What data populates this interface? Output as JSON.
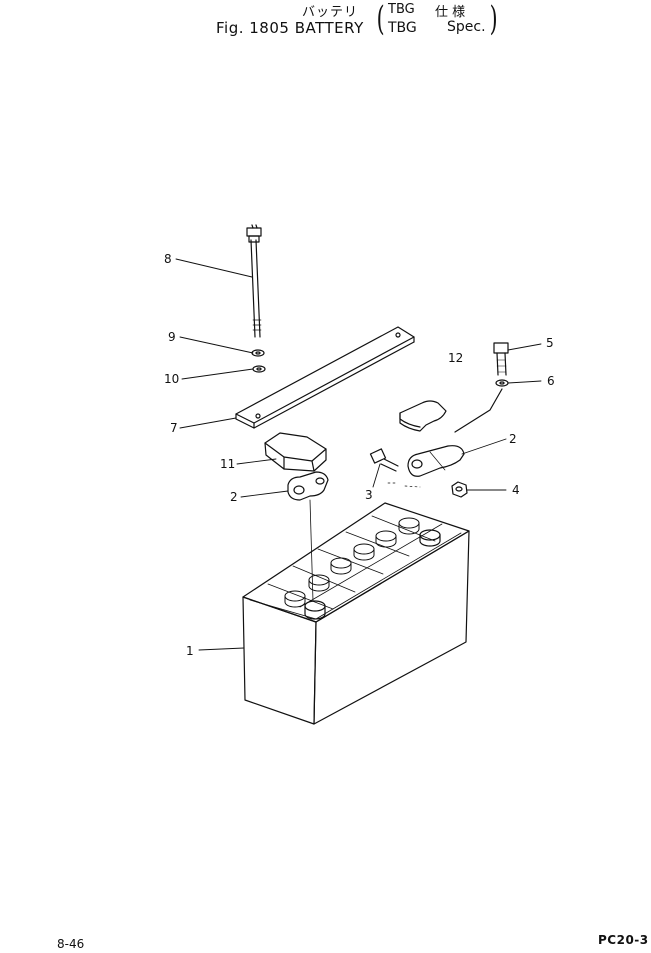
{
  "header": {
    "title_jp": "バッテリ",
    "figure_title": "Fig. 1805 BATTERY",
    "spec_jp_code": "TBG",
    "spec_jp_suffix": "仕 様",
    "spec_en_code": "TBG",
    "spec_en_suffix": "Spec."
  },
  "callouts": [
    {
      "id": "1",
      "text": "1"
    },
    {
      "id": "2a",
      "text": "2"
    },
    {
      "id": "2b",
      "text": "2"
    },
    {
      "id": "3",
      "text": "3"
    },
    {
      "id": "4",
      "text": "4"
    },
    {
      "id": "5",
      "text": "5"
    },
    {
      "id": "6",
      "text": "6"
    },
    {
      "id": "7",
      "text": "7"
    },
    {
      "id": "8",
      "text": "8"
    },
    {
      "id": "9",
      "text": "9"
    },
    {
      "id": "10",
      "text": "10"
    },
    {
      "id": "11",
      "text": "11"
    },
    {
      "id": "12",
      "text": "12"
    }
  ],
  "footer": {
    "page": "8-46",
    "model": "PC20-3"
  }
}
